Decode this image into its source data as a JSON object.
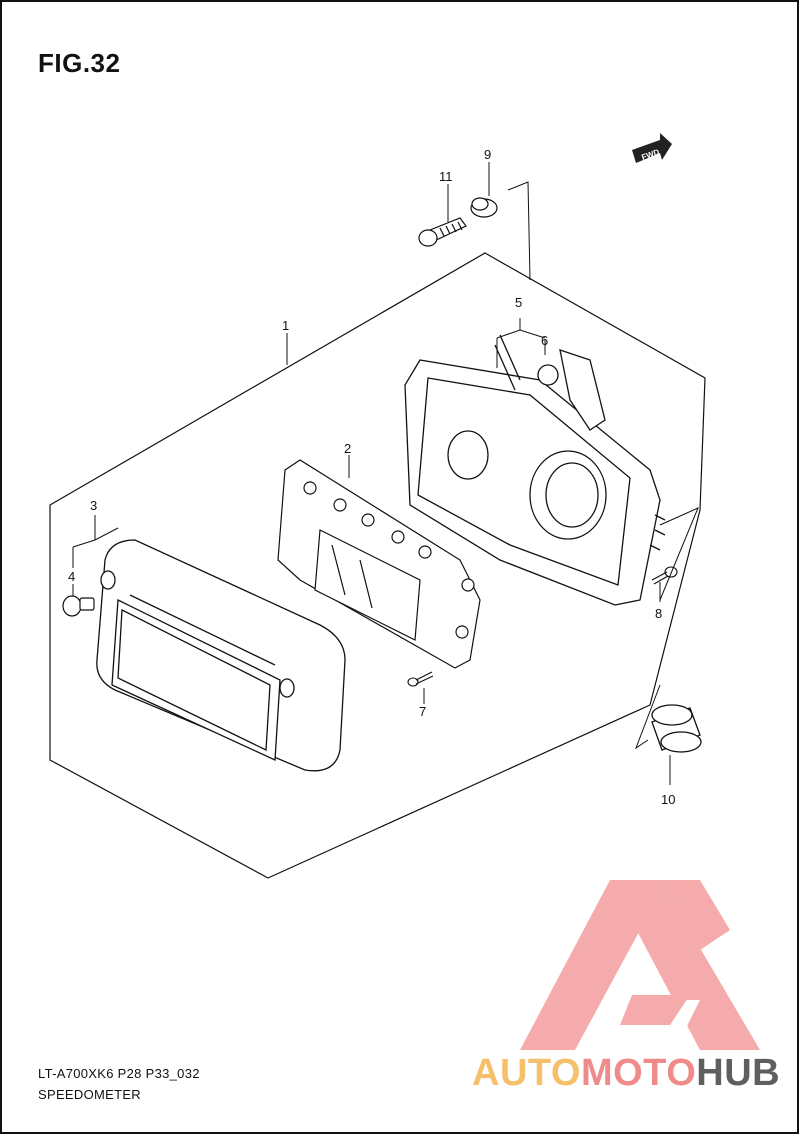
{
  "figure": {
    "title": "FIG.32"
  },
  "callouts": [
    "1",
    "2",
    "3",
    "4",
    "5",
    "6",
    "7",
    "8",
    "9",
    "10",
    "11"
  ],
  "fwd_label": "FWD",
  "footer": {
    "model_code": "LT-A700XK6 P28 P33_032",
    "caption": "SPEEDOMETER"
  },
  "watermark": {
    "part1": "AUTO",
    "part2": "MOTO",
    "part3": "HUB",
    "colors": {
      "auto": "#f6c06a",
      "moto": "#f08b8b",
      "hub": "#5f5f5f",
      "logo": "#f4a3a3"
    }
  }
}
